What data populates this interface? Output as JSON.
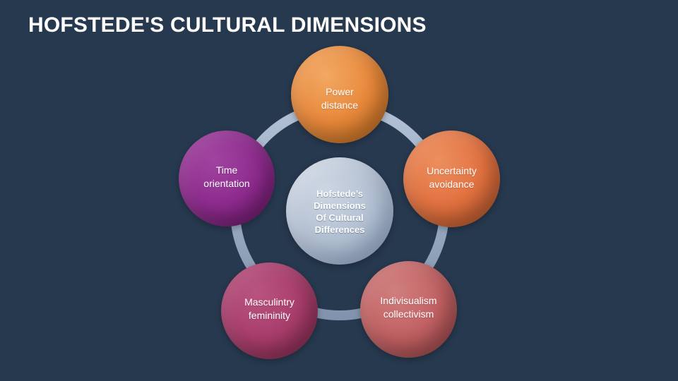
{
  "slide": {
    "title": "HOFSTEDE'S CULTURAL DIMENSIONS",
    "background_color": "#27394f",
    "title_color": "#ffffff"
  },
  "diagram": {
    "type": "cycle-hub-and-spoke",
    "ring_color": "#9aabc2",
    "center": {
      "label": "Hofstede’s\nDimensions\nOf Cultural\nDifferences",
      "color": "#aebcd0"
    },
    "nodes": [
      {
        "id": "power-distance",
        "label": "Power\ndistance",
        "color": "#e8883a",
        "position": "top"
      },
      {
        "id": "uncertainty-avoidance",
        "label": "Uncertainty\navoidance",
        "color": "#e2713f",
        "position": "right"
      },
      {
        "id": "individualism-collectivism",
        "label": "Indivisualism\ncollectivism",
        "color": "#c26163",
        "position": "bottom-right"
      },
      {
        "id": "masculinity-femininity",
        "label": "Masculintry\nfemininity",
        "color": "#a93d6b",
        "position": "bottom-left"
      },
      {
        "id": "time-orientation",
        "label": "Time\norientation",
        "color": "#8e2b8e",
        "position": "left"
      }
    ]
  }
}
